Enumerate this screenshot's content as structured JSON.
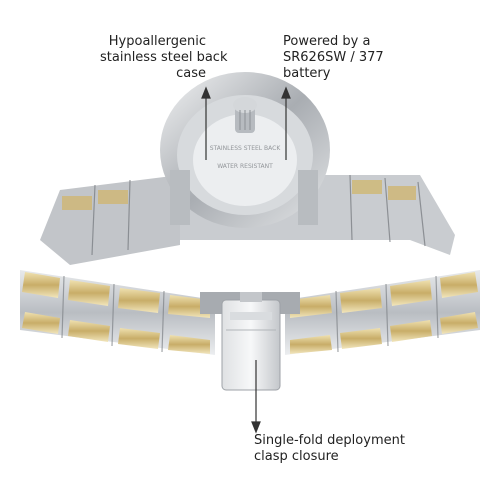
{
  "callouts": {
    "back_case": [
      "Hypoallergenic",
      "stainless steel back",
      "case"
    ],
    "battery": [
      "Powered by a",
      "SR626SW / 377",
      "battery"
    ],
    "clasp": [
      "Single-fold deployment",
      "clasp closure"
    ]
  },
  "colors": {
    "background": "#ffffff",
    "steel": "#c9ccd0",
    "steel_dark": "#8f9398",
    "gold": "#d9c48b",
    "gold_dark": "#b59d5d",
    "text": "#222222"
  }
}
